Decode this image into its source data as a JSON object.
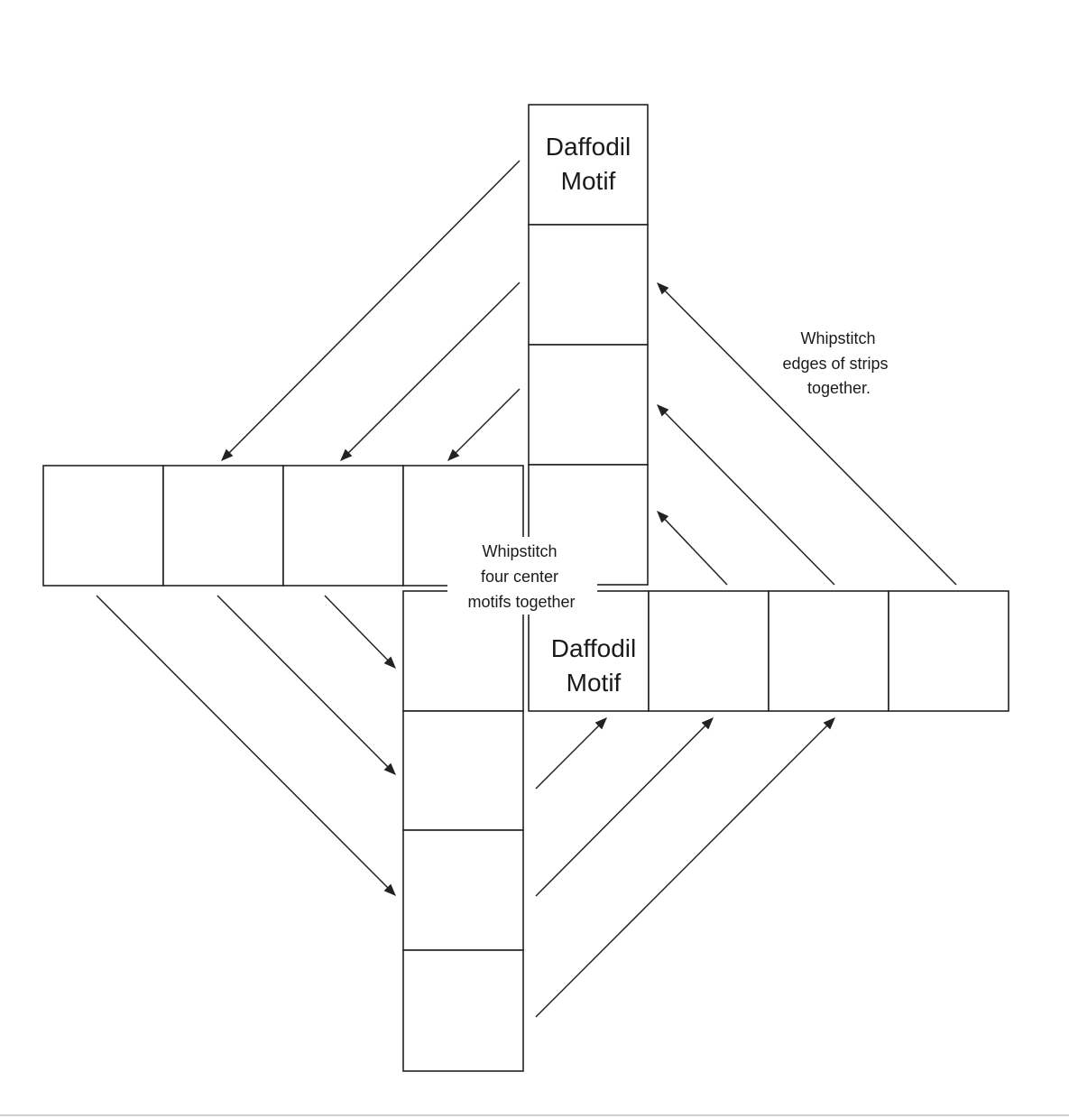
{
  "labels": {
    "motif_top_line1": "Daffodil",
    "motif_top_line2": "Motif",
    "motif_center_line1": "Daffodil",
    "motif_center_line2": "Motif",
    "edges_note_line1": "Whipstitch",
    "edges_note_line2": "edges of strips",
    "edges_note_line3": "together.",
    "center_note_line1": "Whipstitch",
    "center_note_line2": "four center",
    "center_note_line3": "motifs together"
  }
}
